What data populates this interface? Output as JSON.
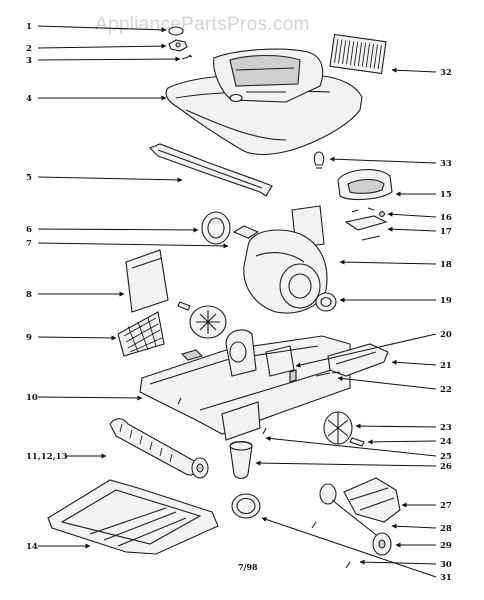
{
  "watermark": "AppliancePartsPros.com",
  "date_code": "7/98",
  "callouts": {
    "c1": "1",
    "c2": "2",
    "c3": "3",
    "c4": "4",
    "c5": "5",
    "c6": "6",
    "c7": "7",
    "c8": "8",
    "c9": "9",
    "c10": "10",
    "c11_13": "11,12,13",
    "c14": "14",
    "c15": "15",
    "c16": "16",
    "c17": "17",
    "c18": "18",
    "c19": "19",
    "c20": "20",
    "c21": "21",
    "c22": "22",
    "c23": "23",
    "c24": "24",
    "c25": "25",
    "c26": "26",
    "c27": "27",
    "c28": "28",
    "c29": "29",
    "c30": "30",
    "c31": "31",
    "c32": "32",
    "c33": "33"
  }
}
